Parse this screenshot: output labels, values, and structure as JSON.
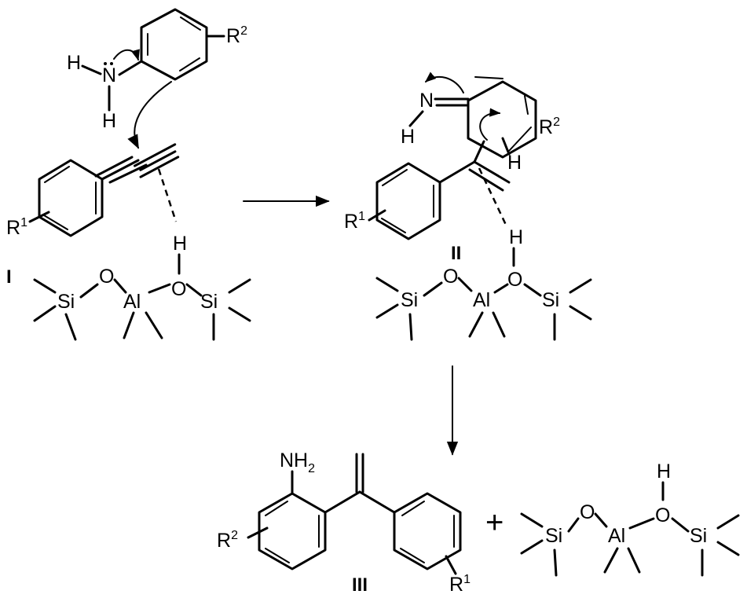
{
  "compounds": {
    "I": "I",
    "II": "II",
    "III": "III"
  },
  "atoms": {
    "R1": "R",
    "R1_sup": "1",
    "R2": "R",
    "R2_sup": "2",
    "N": "N",
    "H": "H",
    "O": "O",
    "Si": "Si",
    "Al": "Al",
    "NH2": "NH",
    "NH2_sub": "2"
  },
  "operators": {
    "plus": "+"
  }
}
